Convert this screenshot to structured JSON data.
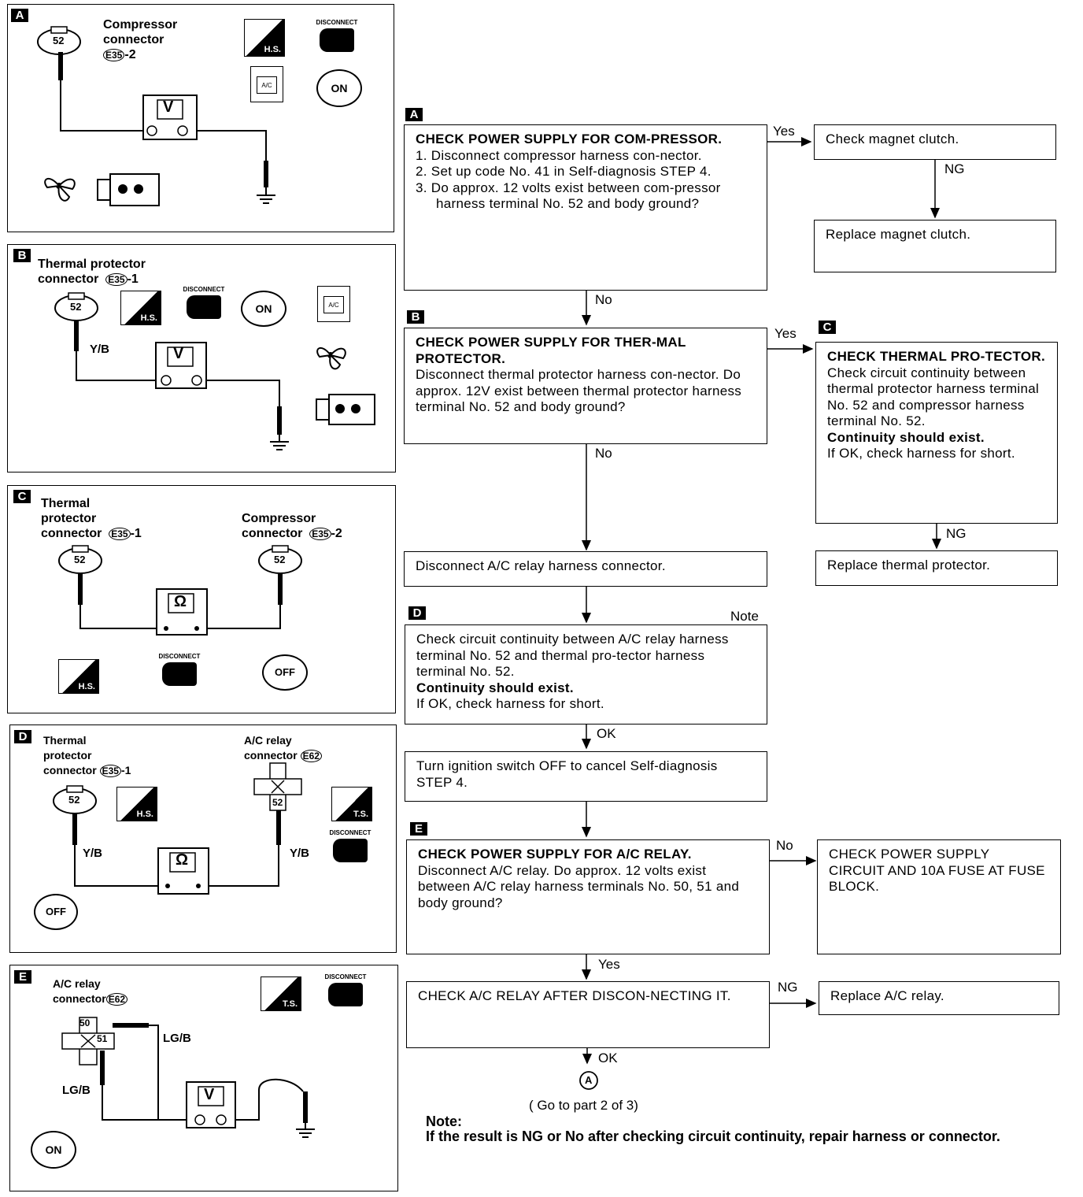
{
  "diagrams": {
    "A": {
      "tag": "A",
      "title_line1": "Compressor",
      "title_line2": "connector",
      "connector_code": "E35",
      "connector_suffix": "-2",
      "terminal": "52",
      "meter": "V"
    },
    "B": {
      "tag": "B",
      "title_line1": "Thermal protector",
      "title_line2": "connector",
      "connector_code": "E35",
      "connector_suffix": "-1",
      "terminal": "52",
      "wire": "Y/B",
      "meter": "V"
    },
    "C": {
      "tag": "C",
      "left_line1": "Thermal",
      "left_line2": "protector",
      "left_line3": "connector",
      "left_code": "E35",
      "left_suffix": "-1",
      "right_line1": "Compressor",
      "right_line2": "connector",
      "right_code": "E35",
      "right_suffix": "-2",
      "terminal_left": "52",
      "terminal_right": "52",
      "meter": "Ω"
    },
    "D": {
      "tag": "D",
      "left_line1": "Thermal",
      "left_line2": "protector",
      "left_line3": "connector",
      "left_code": "E35",
      "left_suffix": "-1",
      "right_line1": "A/C relay",
      "right_line2": "connector",
      "right_code": "E62",
      "terminal_left": "52",
      "terminal_right": "52",
      "wire_left": "Y/B",
      "wire_right": "Y/B",
      "meter": "Ω"
    },
    "E": {
      "tag": "E",
      "title_line1": "A/C relay",
      "title_line2": "connector",
      "connector_code": "E62",
      "terminal_top": "50",
      "terminal_right": "51",
      "wire_top": "LG/B",
      "wire_left": "LG/B",
      "meter": "V"
    }
  },
  "icons": {
    "hs": "H.S.",
    "ts": "T.S.",
    "disconnect": "DISCONNECT",
    "on": "ON",
    "off": "OFF",
    "ac": "A/C"
  },
  "flow": {
    "step_a": {
      "tag": "A",
      "title": "CHECK POWER SUPPLY FOR COM-PRESSOR.",
      "l1": "1. Disconnect compressor harness con-nector.",
      "l2": "2. Set up code No. 41 in Self-diagnosis STEP 4.",
      "l3": "3. Do approx. 12 volts exist between com-pressor harness terminal No. 52 and body ground?"
    },
    "yes_a": "Yes",
    "check_clutch": "Check magnet clutch.",
    "ng_clutch": "NG",
    "replace_clutch": "Replace magnet clutch.",
    "no_a": "No",
    "step_b": {
      "tag": "B",
      "title": "CHECK POWER SUPPLY FOR THER-MAL PROTECTOR.",
      "body": "Disconnect thermal protector harness con-nector. Do approx. 12V exist between thermal protector harness terminal No. 52 and body ground?"
    },
    "yes_b": "Yes",
    "step_c": {
      "tag": "C",
      "title": "CHECK THERMAL PRO-TECTOR.",
      "body": "Check circuit continuity between thermal protector harness terminal No. 52 and compressor harness terminal No. 52.",
      "bold": "Continuity should exist.",
      "tail": "If OK, check harness for short."
    },
    "ng_c": "NG",
    "replace_thermal": "Replace thermal protector.",
    "no_b": "No",
    "disconnect_relay": "Disconnect A/C relay harness connector.",
    "step_d": {
      "tag": "D",
      "note": "Note",
      "body": "Check circuit continuity between A/C relay harness terminal No. 52 and thermal pro-tector harness terminal No. 52.",
      "bold": "Continuity should exist.",
      "tail": "If OK, check harness for short."
    },
    "ok_d": "OK",
    "ignition_off": "Turn ignition switch OFF to cancel Self-diagnosis STEP 4.",
    "step_e": {
      "tag": "E",
      "title": "CHECK POWER SUPPLY FOR A/C RELAY.",
      "body": "Disconnect A/C relay. Do approx. 12 volts exist between A/C relay harness terminals No. 50, 51 and body ground?"
    },
    "no_e": "No",
    "check_supply": "CHECK POWER SUPPLY CIRCUIT AND 10A FUSE AT FUSE BLOCK.",
    "yes_e": "Yes",
    "check_relay": "CHECK A/C RELAY AFTER DISCON-NECTING IT.",
    "ng_relay": "NG",
    "replace_relay": "Replace A/C relay.",
    "ok_relay": "OK",
    "connector_a": "A",
    "goto": "( Go to part 2 of 3)",
    "note_label": "Note:",
    "note_text": "If the result is NG or No after checking circuit continuity, repair harness or connector."
  }
}
